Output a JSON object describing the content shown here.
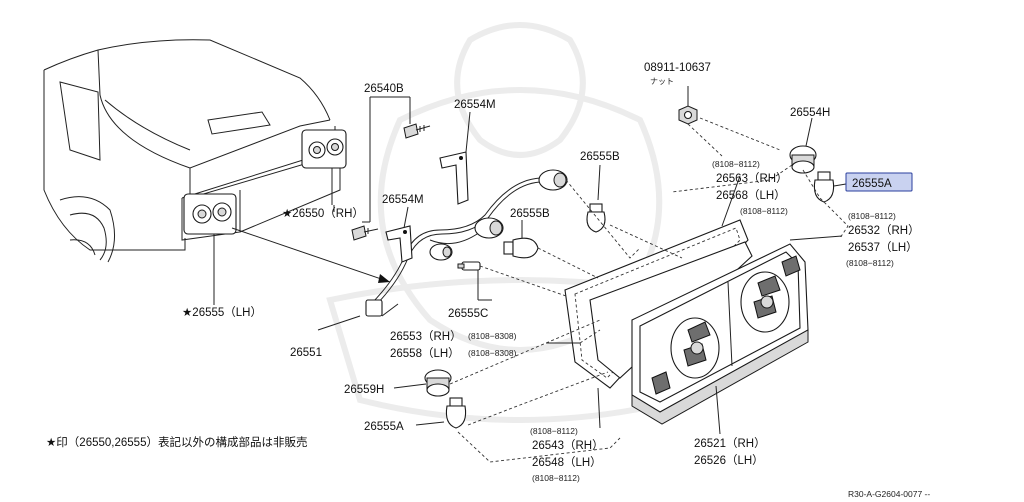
{
  "diagram": {
    "highlight_color": "#c9d2f0",
    "highlight_border": "#2a3f9e",
    "note": "★印（26550,26555）表記以外の構成部品は非販売",
    "reference_code": "R30-A-G2604-0077 --",
    "labels": {
      "p26540B": "26540B",
      "p26554M_top": "26554M",
      "p08911": "08911-10637",
      "p08911_sub": "ナット",
      "p26554H": "26554H",
      "p26555A_hl": "26555A",
      "p26555B_top": "26555B",
      "p26563": "26563（RH）",
      "p26568": "26568（LH）",
      "r8108_8112_a": "(8108−8112)",
      "r8108_8112_b": "(8108−8112)",
      "r8108_8112_c": "(8108−8112)",
      "r8108_8112_d": "(8108−8112)",
      "p26532": "26532（RH）",
      "p26537": "26537（LH）",
      "p26550": "★26550（RH）",
      "p26554M_mid": "26554M",
      "p26555B_mid": "26555B",
      "p26555_lh": "★26555（LH）",
      "p26555C": "26555C",
      "p26553": "26553（RH）",
      "r8108_8308_a": "(8108−8308)",
      "p26558": "26558（LH）",
      "r8108_8308_b": "(8108−8308)",
      "p26551": "26551",
      "p26559H": "26559H",
      "p26555A_low": "26555A",
      "r8108_8112_e": "(8108−8112)",
      "p26543": "26543（RH）",
      "p26548": "26548（LH）",
      "r8108_8112_f": "(8108−8112)",
      "p26521": "26521（RH）",
      "p26526": "26526（LH）"
    }
  }
}
